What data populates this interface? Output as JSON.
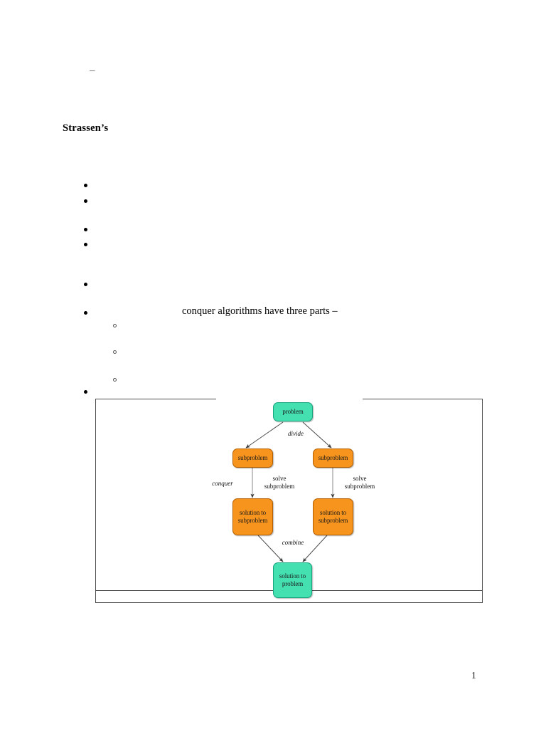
{
  "document": {
    "top_marker": "–",
    "heading": "Strassen’s",
    "paragraph_text": "conquer algorithms have three parts –",
    "page_number": "1"
  },
  "outline": {
    "bullets": [
      {
        "name": "bullet-1",
        "marker": "•",
        "text": ""
      },
      {
        "name": "bullet-2",
        "marker": "•",
        "text": ""
      },
      {
        "name": "bullet-3",
        "marker": "•",
        "text": ""
      },
      {
        "name": "bullet-4",
        "marker": "•",
        "text": ""
      },
      {
        "name": "bullet-5",
        "marker": "•",
        "text": ""
      },
      {
        "name": "bullet-6",
        "marker": "•",
        "text": "conquer algorithms have three parts –"
      },
      {
        "name": "bullet-7",
        "marker": "•",
        "text": ""
      }
    ],
    "sub_bullets": [
      {
        "name": "sub-bullet-1",
        "marker": "○",
        "text": ""
      },
      {
        "name": "sub-bullet-2",
        "marker": "○",
        "text": ""
      },
      {
        "name": "sub-bullet-3",
        "marker": "○",
        "text": ""
      }
    ]
  },
  "figure": {
    "caption": "",
    "colors": {
      "problem_fill": "#45e0b0",
      "problem_stroke": "#17a480",
      "subproblem_fill": "#f7941e",
      "subproblem_stroke": "#b35f00",
      "arrow": "#4a4a4a",
      "frame": "#4d4d4d"
    },
    "nodes": {
      "problem": "problem",
      "subproblem_left": "subproblem",
      "subproblem_right": "subproblem",
      "solution_sub_left": "solution to\nsubproblem",
      "solution_sub_right": "solution to\nsubproblem",
      "solution_problem": "solution to\nproblem"
    },
    "edge_labels": {
      "divide": "divide",
      "conquer": "conquer",
      "solve_left": "solve\nsubproblem",
      "solve_right": "solve\nsubproblem",
      "combine": "combine"
    }
  }
}
